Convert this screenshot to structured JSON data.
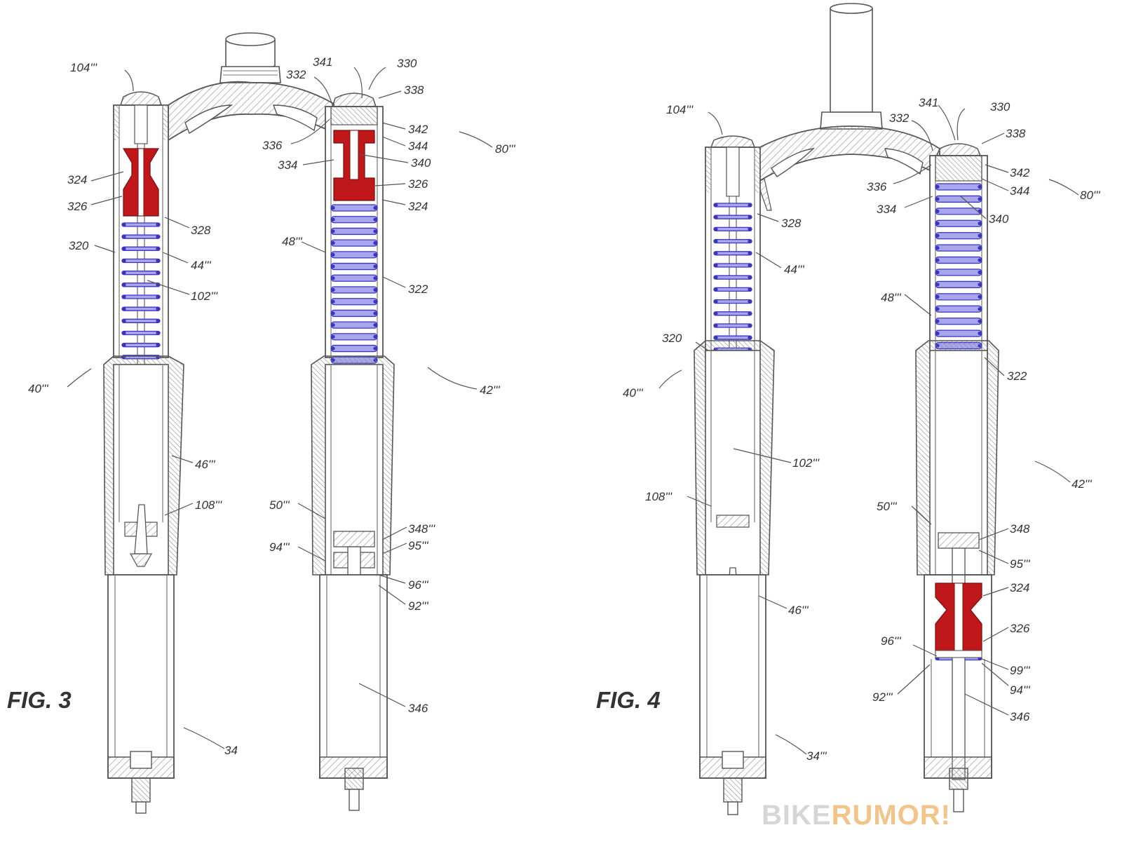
{
  "colors": {
    "line": "#555555",
    "hatch": "#9a9a9a",
    "spring": "#3a35c0",
    "spring_fill": "#a9a6ee",
    "bumper": "#c0171b",
    "watermark_grey": "#d6d6d6",
    "watermark_orange": "#f2c48a"
  },
  "figures": [
    {
      "id": "fig3",
      "title": "FIG. 3",
      "labels": {
        "l104": "104'''",
        "l330": "330",
        "l341": "341",
        "l332": "332",
        "l338": "338",
        "l342": "342",
        "l344": "344",
        "l336": "336",
        "l80": "80'''",
        "l334": "334",
        "l340": "340",
        "l324a": "324",
        "l326a": "326",
        "l326b": "326",
        "l324b": "324",
        "l328": "328",
        "l320": "320",
        "l44": "44'''",
        "l48": "48'''",
        "l102": "102'''",
        "l322": "322",
        "l40": "40'''",
        "l42": "42'''",
        "l46": "46'''",
        "l108": "108'''",
        "l50": "50'''",
        "l348": "348'''",
        "l94": "94'''",
        "l95": "95'''",
        "l96": "96'''",
        "l92": "92'''",
        "l346": "346",
        "l34": "34"
      }
    },
    {
      "id": "fig4",
      "title": "FIG. 4",
      "labels": {
        "l104": "104'''",
        "l341": "341",
        "l330": "330",
        "l332": "332",
        "l338": "338",
        "l342": "342",
        "l336": "336",
        "l344": "344",
        "l80": "80'''",
        "l334": "334",
        "l340": "340",
        "l328": "328",
        "l44": "44'''",
        "l48": "48'''",
        "l320": "320",
        "l322": "322",
        "l40": "40'''",
        "l102": "102'''",
        "l42": "42'''",
        "l108": "108'''",
        "l50": "50'''",
        "l348": "348",
        "l95": "95'''",
        "l324": "324",
        "l46": "46'''",
        "l326": "326",
        "l96": "96'''",
        "l99": "99'''",
        "l94": "94'''",
        "l92": "92'''",
        "l346": "346",
        "l34": "34'''"
      }
    }
  ],
  "watermark": {
    "part1": "BIKE",
    "part2": "RUMOR",
    "part3": "!"
  }
}
